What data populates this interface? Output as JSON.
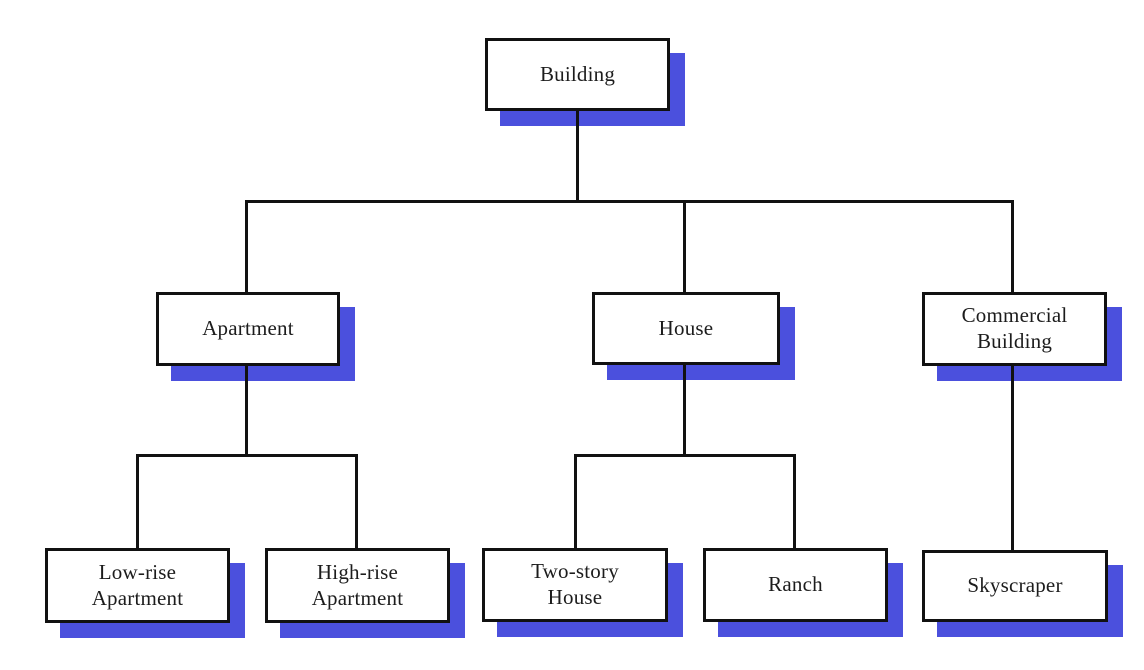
{
  "diagram": {
    "type": "hierarchy-tree",
    "subject": "Building classification hierarchy",
    "colors": {
      "shadow": "#4b50dd",
      "line": "#111111",
      "box_fill": "#ffffff",
      "text": "#1c1c1c"
    },
    "nodes": {
      "building": {
        "label": "Building",
        "level": 0
      },
      "apartment": {
        "label": "Apartment",
        "level": 1
      },
      "house": {
        "label": "House",
        "level": 1
      },
      "commercial_building": {
        "label": "Commercial\nBuilding",
        "level": 1
      },
      "low_rise_apartment": {
        "label": "Low-rise\nApartment",
        "level": 2
      },
      "high_rise_apartment": {
        "label": "High-rise\nApartment",
        "level": 2
      },
      "two_story_house": {
        "label": "Two-story\nHouse",
        "level": 2
      },
      "ranch": {
        "label": "Ranch",
        "level": 2
      },
      "skyscraper": {
        "label": "Skyscraper",
        "level": 2
      }
    },
    "edges": [
      {
        "from": "Building",
        "to": "Apartment"
      },
      {
        "from": "Building",
        "to": "House"
      },
      {
        "from": "Building",
        "to": "Commercial Building"
      },
      {
        "from": "Apartment",
        "to": "Low-rise Apartment"
      },
      {
        "from": "Apartment",
        "to": "High-rise Apartment"
      },
      {
        "from": "House",
        "to": "Two-story House"
      },
      {
        "from": "House",
        "to": "Ranch"
      },
      {
        "from": "Commercial Building",
        "to": "Skyscraper"
      }
    ]
  }
}
